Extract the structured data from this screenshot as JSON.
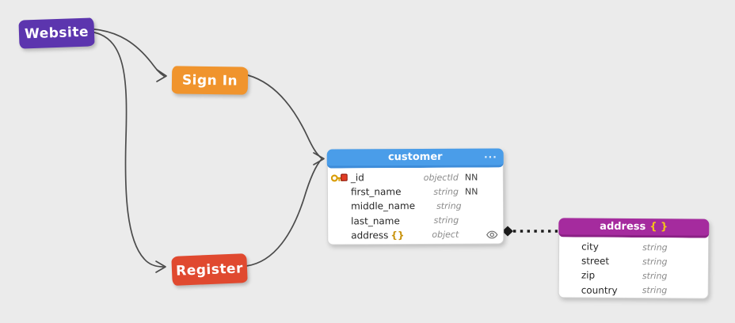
{
  "diagram": {
    "nodes": {
      "website": {
        "label": "Website",
        "color": "#5c35ae"
      },
      "signin": {
        "label": "Sign In",
        "color": "#f0942d"
      },
      "register": {
        "label": "Register",
        "color": "#e0492f"
      }
    },
    "customer_table": {
      "title": "customer",
      "menu": "···",
      "header_color": "#4a9de9",
      "fields": [
        {
          "name": "_id",
          "braces": "",
          "type": "objectId",
          "nn": "NN",
          "key_icon": "primary-key-icon"
        },
        {
          "name": "first_name",
          "braces": "",
          "type": "string",
          "nn": "NN"
        },
        {
          "name": "middle_name",
          "braces": "",
          "type": "string",
          "nn": ""
        },
        {
          "name": "last_name",
          "braces": "",
          "type": "string",
          "nn": ""
        },
        {
          "name": "address",
          "braces": "{}",
          "type": "object",
          "nn": "",
          "eye_icon": "eye-icon"
        }
      ]
    },
    "address_table": {
      "title": "address",
      "title_braces": "{ }",
      "header_color": "#a52b9e",
      "fields": [
        {
          "name": "city",
          "type": "string"
        },
        {
          "name": "street",
          "type": "string"
        },
        {
          "name": "zip",
          "type": "string"
        },
        {
          "name": "country",
          "type": "string"
        }
      ]
    },
    "connector_color": "#4b4b4b"
  }
}
